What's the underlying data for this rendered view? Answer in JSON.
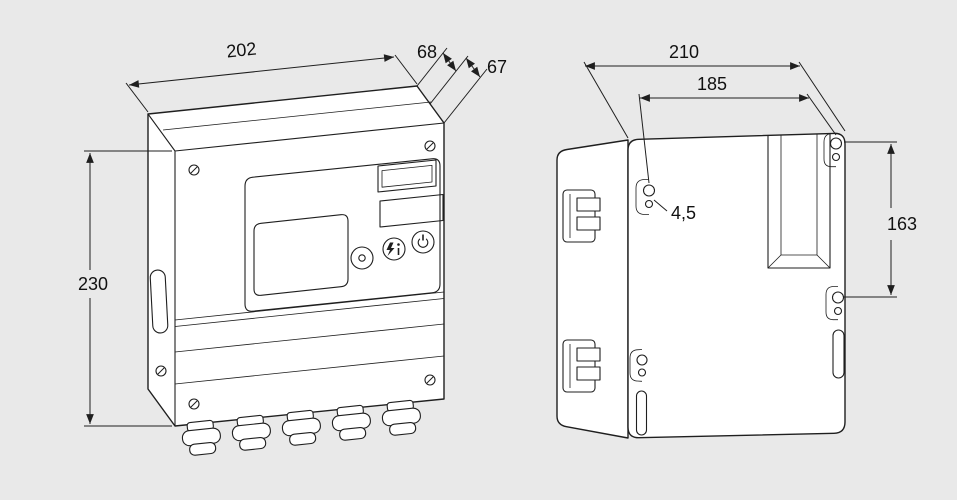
{
  "page": {
    "background_color": "#e9e9e9",
    "line_color": "#1f1f1f",
    "surface_color": "#ffffff",
    "units": "mm"
  },
  "front_view": {
    "name": "front-perspective-view-of-control-unit",
    "width": "202",
    "depth_rear_section": "68",
    "depth_front_section": "67",
    "height": "230",
    "button_icons": [
      "dot-icon",
      "lightning-info-icon",
      "power-icon"
    ],
    "cable_gland_count": 5
  },
  "rear_view": {
    "name": "rear-view-of-control-unit",
    "overall_width": "210",
    "mounting_hole_spacing_horizontal": "185",
    "mounting_hole_diameter": "4,5",
    "mounting_hole_spacing_vertical": "163"
  }
}
